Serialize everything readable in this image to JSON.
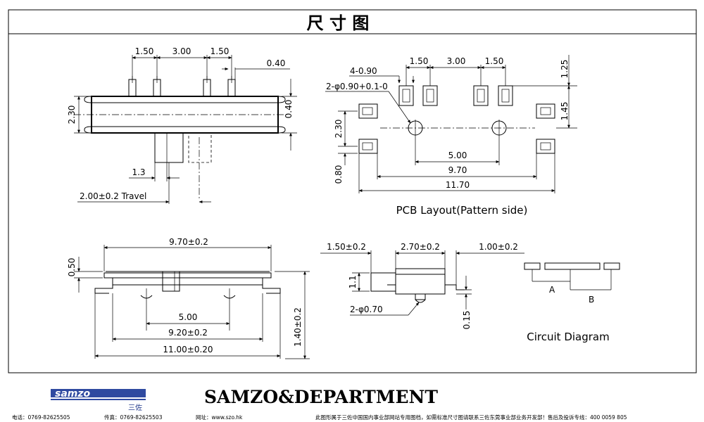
{
  "header": {
    "title": "尺 寸 图"
  },
  "top_left_view": {
    "dims": [
      "1.50",
      "3.00",
      "1.50",
      "0.40",
      "2.30",
      "0.40",
      "1.3",
      "2.00±0.2 Travel"
    ]
  },
  "pcb_layout": {
    "dims": [
      "4-0.90",
      "2-φ0.90+0.1-0",
      "1.50",
      "3.00",
      "1.50",
      "1.25",
      "1.45",
      "2.30",
      "0.80",
      "5.00",
      "9.70",
      "11.70"
    ],
    "caption": "PCB Layout(Pattern side)"
  },
  "bottom_left_view": {
    "dims": [
      "9.70±0.2",
      "0.50",
      "5.00",
      "9.20±0.2",
      "11.00±0.20",
      "1.40±0.2"
    ]
  },
  "side_view": {
    "dims": [
      "1.50±0.2",
      "2.70±0.2",
      "1.00±0.2",
      "1.1",
      "2-φ0.70",
      "0.15"
    ]
  },
  "circuit": {
    "label_a": "A",
    "label_b": "B",
    "caption": "Circuit Diagram"
  },
  "footer": {
    "logo": "samzo",
    "logo_sub": "三佐",
    "company": "SAMZO&DEPARTMENT",
    "tel": "电话：0769-82625505",
    "fax": "传真：0769-82625503",
    "web": "网址：www.szo.hk",
    "notice": "此图形属于三佐中国国内事业部网站专用图档，如需标准尺寸图请联系三佐东莞事业部业务开发部！售后及投诉专线：400 0059 805"
  },
  "icons": {
    "arrow": "dimension-arrow-icon",
    "logo": "samzo-logo-icon"
  }
}
